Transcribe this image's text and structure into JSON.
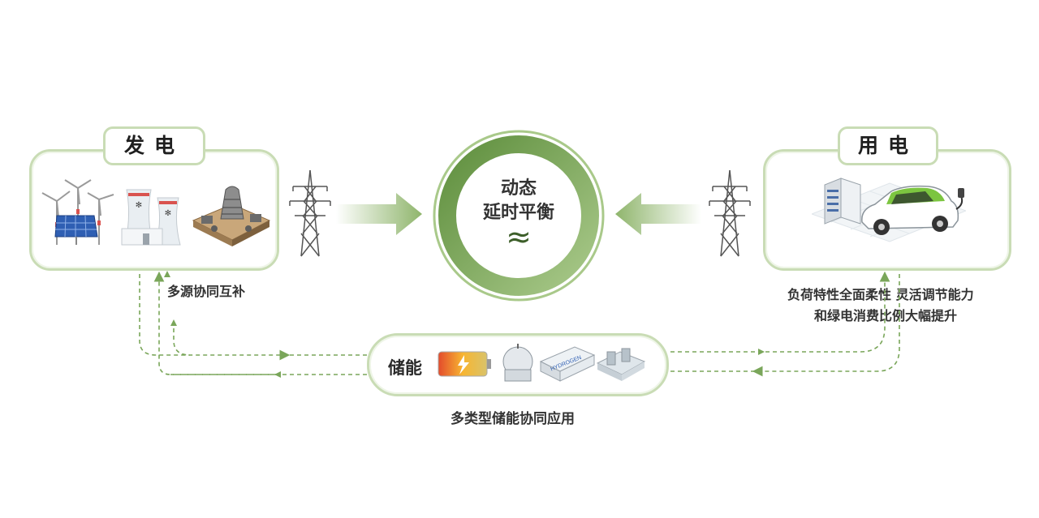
{
  "generation": {
    "tag": "发电",
    "caption": "多源协同互补"
  },
  "consumption": {
    "tag": "用电",
    "caption_line1": "负荷特性全面柔性  灵活调节能力",
    "caption_line2": "和绿电消费比例大幅提升"
  },
  "center": {
    "line1": "动态",
    "line2": "延时平衡",
    "wave_symbol": "≈"
  },
  "storage": {
    "label": "储能",
    "caption": "多类型储能协同应用",
    "tank_text": "HYDROGEN"
  },
  "colors": {
    "panel_border": "#c9dcb5",
    "ring_dark": "#5f8f3e",
    "ring_light": "#a9c98a",
    "arrow": "#8fb56c",
    "dashed": "#7aa65a",
    "car_green": "#7cc540"
  },
  "icons": [
    "wind-turbine-icon",
    "solar-panel-icon",
    "nuclear-plant-icon",
    "hydro-plant-icon",
    "transmission-tower-icon",
    "data-center-icon",
    "electric-car-icon",
    "battery-icon",
    "storage-tank-icon",
    "hydrogen-tank-icon",
    "compressed-air-icon"
  ]
}
